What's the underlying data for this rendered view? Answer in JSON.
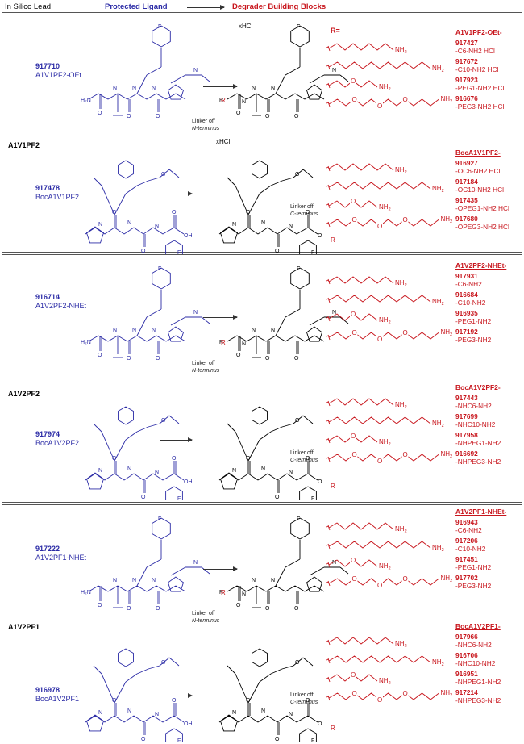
{
  "header": {
    "in_silico": "In Silico Lead",
    "protected": "Protected Ligand",
    "degrader": "Degrader Building Blocks"
  },
  "r_label": "R=",
  "salt": "xHCl",
  "linker_n": {
    "prefix": "Linker off",
    "terminus": "N-terminus"
  },
  "linker_c": {
    "prefix": "Linker off",
    "terminus": "C-terminus"
  },
  "chain_labels": {
    "nh2": "NH",
    "sub": "2",
    "o": "O"
  },
  "panels": [
    {
      "series": "A1V1PF2",
      "top": {
        "id": "917710",
        "name": "A1V1PF2-OEt",
        "group": "A1V1PF2-OEt-",
        "items": [
          {
            "id": "917427",
            "desc": "-C6-NH2 HCl"
          },
          {
            "id": "917672",
            "desc": "-C10-NH2 HCl"
          },
          {
            "id": "917923",
            "desc": "-PEG1-NH2 HCl"
          },
          {
            "id": "916676",
            "desc": "-PEG3-NH2 HCl"
          }
        ]
      },
      "bottom": {
        "id": "917478",
        "name": "BocA1V1PF2",
        "group": "BocA1V1PF2-",
        "items": [
          {
            "id": "916927",
            "desc": "-OC6-NH2 HCl"
          },
          {
            "id": "917184",
            "desc": "-OC10-NH2 HCl"
          },
          {
            "id": "917435",
            "desc": "-OPEG1-NH2 HCl"
          },
          {
            "id": "917680",
            "desc": "-OPEG3-NH2 HCl"
          }
        ]
      }
    },
    {
      "series": "A1V2PF2",
      "top": {
        "id": "916714",
        "name": "A1V2PF2-NHEt",
        "group": "A1V2PF2-NHEt-",
        "items": [
          {
            "id": "917931",
            "desc": "-C6-NH2"
          },
          {
            "id": "916684",
            "desc": "-C10-NH2"
          },
          {
            "id": "916935",
            "desc": "-PEG1-NH2"
          },
          {
            "id": "917192",
            "desc": "-PEG3-NH2"
          }
        ]
      },
      "bottom": {
        "id": "917974",
        "name": "BocA1V2PF2",
        "group": "BocA1V2PF2-",
        "items": [
          {
            "id": "917443",
            "desc": "-NHC6-NH2"
          },
          {
            "id": "917699",
            "desc": "-NHC10-NH2"
          },
          {
            "id": "917958",
            "desc": "-NHPEG1-NH2"
          },
          {
            "id": "916692",
            "desc": "-NHPEG3-NH2"
          }
        ]
      }
    },
    {
      "series": "A1V2PF1",
      "top": {
        "id": "917222",
        "name": "A1V2PF1-NHEt",
        "group": "A1V2PF1-NHEt-",
        "items": [
          {
            "id": "916943",
            "desc": "-C6-NH2"
          },
          {
            "id": "917206",
            "desc": "-C10-NH2"
          },
          {
            "id": "917451",
            "desc": "-PEG1-NH2"
          },
          {
            "id": "917702",
            "desc": "-PEG3-NH2"
          }
        ]
      },
      "bottom": {
        "id": "916978",
        "name": "BocA1V2PF1",
        "group": "BocA1V2PF1-",
        "items": [
          {
            "id": "917966",
            "desc": "-NHC6-NH2"
          },
          {
            "id": "916706",
            "desc": "-NHC10-NH2"
          },
          {
            "id": "916951",
            "desc": "-NHPEG1-NH2"
          },
          {
            "id": "917214",
            "desc": "-NHPEG3-NH2"
          }
        ]
      }
    }
  ],
  "colors": {
    "blue": "#2b2ba6",
    "red": "#c8161d",
    "black": "#000000"
  }
}
